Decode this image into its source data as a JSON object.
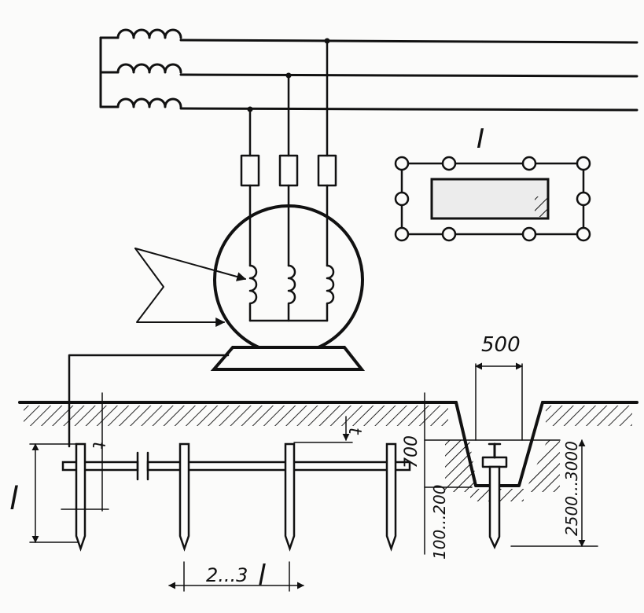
{
  "labels": {
    "plan_title": "I",
    "dim_trench_width": "500",
    "dim_depth_top": "700",
    "dim_rod_below_trench": "100...200",
    "dim_rod_length_total": "2500...3000",
    "dim_electrode_spacing": "2...3",
    "dim_electrode_length": "l",
    "dim_t_left": "t",
    "dim_t_right": "t"
  },
  "colors": {
    "ink": "#111111",
    "paper": "#fbfbfa"
  }
}
